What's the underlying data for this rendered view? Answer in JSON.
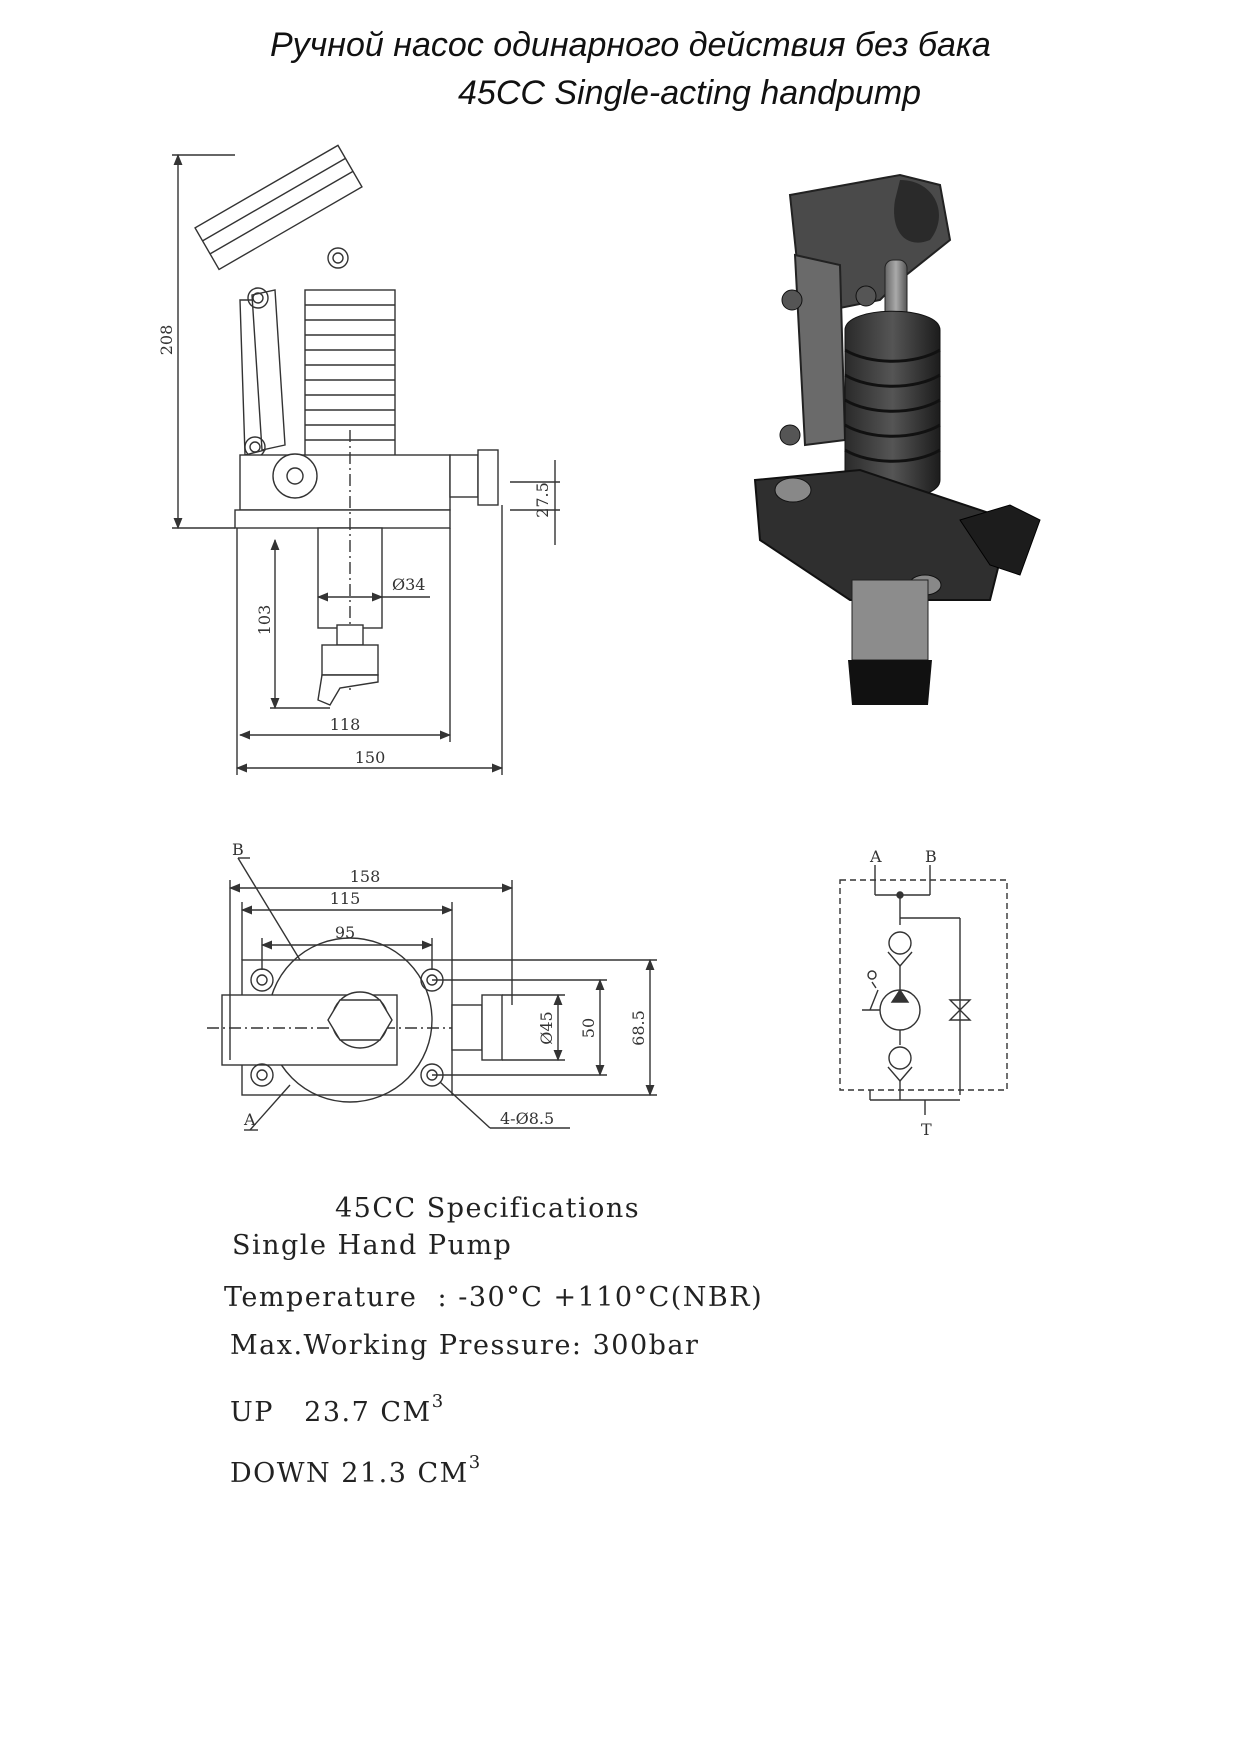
{
  "title": {
    "ru": "Ручной насос одинарного действия без бака",
    "en": "45CC Single-acting handpump"
  },
  "side_view": {
    "dim_height": "208",
    "dim_port": "27.5",
    "dim_diameter": "Ø34",
    "dim_stroke": "103",
    "dim_inner_width": "118",
    "dim_outer_width": "150"
  },
  "top_view": {
    "port_b": "B",
    "port_a": "A",
    "dim_158": "158",
    "dim_115": "115",
    "dim_95": "95",
    "dim_diameter": "Ø45",
    "dim_50": "50",
    "dim_68_5": "68.5",
    "dim_holes": "4-Ø8.5"
  },
  "schematic": {
    "label_a": "A",
    "label_b": "B",
    "label_t": "T"
  },
  "specs": {
    "heading": "45CC Specifications",
    "subtitle": "Single Hand Pump",
    "temperature": "Temperature  : -30°C +110°C(NBR)",
    "pressure": "Max.Working Pressure: 300bar",
    "up_label": "UP",
    "up_value": "23.7 CM",
    "down_label": "DOWN",
    "down_value": "21.3 CM",
    "exponent": "3"
  }
}
